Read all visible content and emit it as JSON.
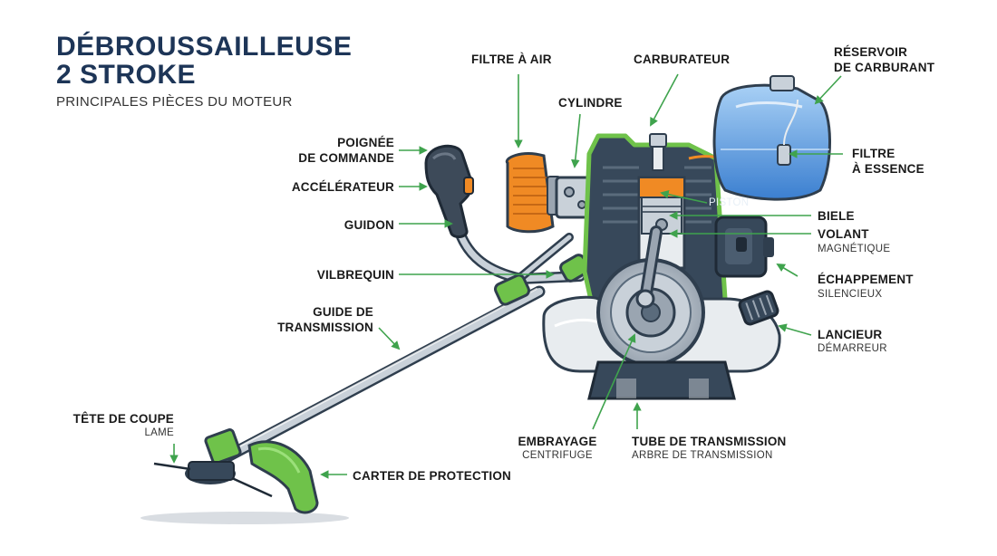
{
  "header": {
    "title_line1": "DÉBROUSSAILLEUSE",
    "title_line2": "2 STROKE",
    "subtitle": "PRINCIPALES PIÈCES DU MOTEUR"
  },
  "labels": {
    "filtre_air": "FILTRE À AIR",
    "carburateur": "CARBURATEUR",
    "reservoir_1": "RÉSERVOIR",
    "reservoir_2": "DE CARBURANT",
    "cylindre": "CYLINDRE",
    "poignee_1": "POIGNÉE",
    "poignee_2": "DE COMMANDE",
    "accelerateur": "ACCÉLÉRATEUR",
    "filtre_essence_1": "FILTRE",
    "filtre_essence_2": "À ESSENCE",
    "piston": "PISTON",
    "biele": "BIELE",
    "guidon": "GUIDON",
    "volant": "VOLANT",
    "volant_sub": "MAGNÉTIQUE",
    "vilbrequin": "VILBREQUIN",
    "echappement": "ÉCHAPPEMENT",
    "echappement_sub": "SILENCIEUX",
    "guide_1": "GUIDE DE",
    "guide_2": "TRANSMISSION",
    "lanceur": "LANCIEUR",
    "lanceur_sub": "DÉMARREUR",
    "tete_coupe": "TÊTE DE COUPE",
    "tete_coupe_sub": "LAME",
    "embrayage": "EMBRAYAGE",
    "embrayage_sub": "CENTRIFUGE",
    "tube": "TUBE DE TRANSMISSION",
    "tube_sub": "ARBRE DE TRANSMISSION",
    "carter": "CARTER DE PROTECTION"
  },
  "colors": {
    "title": "#1d3557",
    "accent_green": "#3fa34d",
    "engine_dark": "#2f3e4e",
    "tank_blue": "#4a90d9",
    "filter_orange": "#f08a24"
  }
}
